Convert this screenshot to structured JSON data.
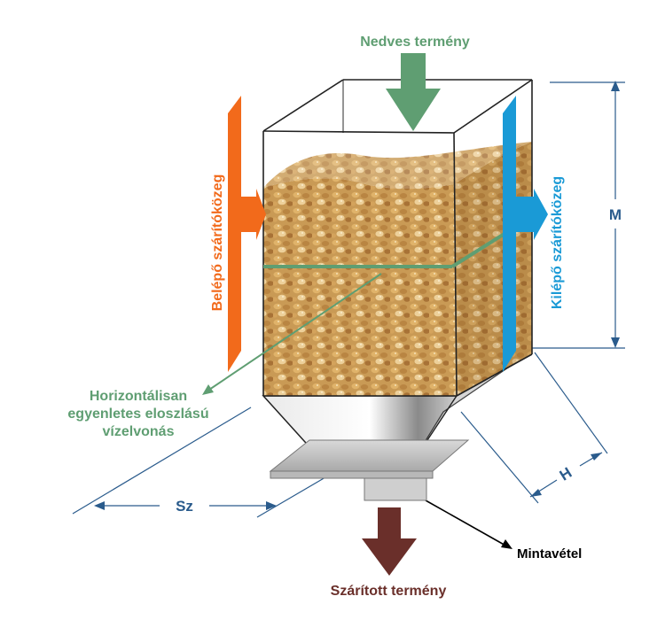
{
  "labels": {
    "wet_product": "Nedves termény",
    "dried_product": "Szárított termény",
    "inlet_medium": "Belépő szárítóközeg",
    "outlet_medium": "Kilépő szárítóközeg",
    "moisture_line_1": "Horizontálisan",
    "moisture_line_2": "egyenletes eloszlású",
    "moisture_line_3": "vízelvonás",
    "sampling": "Mintavétel",
    "dim_height": "M",
    "dim_depth": "H",
    "dim_width": "Sz"
  },
  "colors": {
    "wet_arrow": "#5f9e72",
    "dried_arrow": "#6a2f2a",
    "inlet": "#f26a1b",
    "outlet": "#1a9ad6",
    "dimension": "#2a5b8c",
    "moisture": "#5f9e72"
  }
}
